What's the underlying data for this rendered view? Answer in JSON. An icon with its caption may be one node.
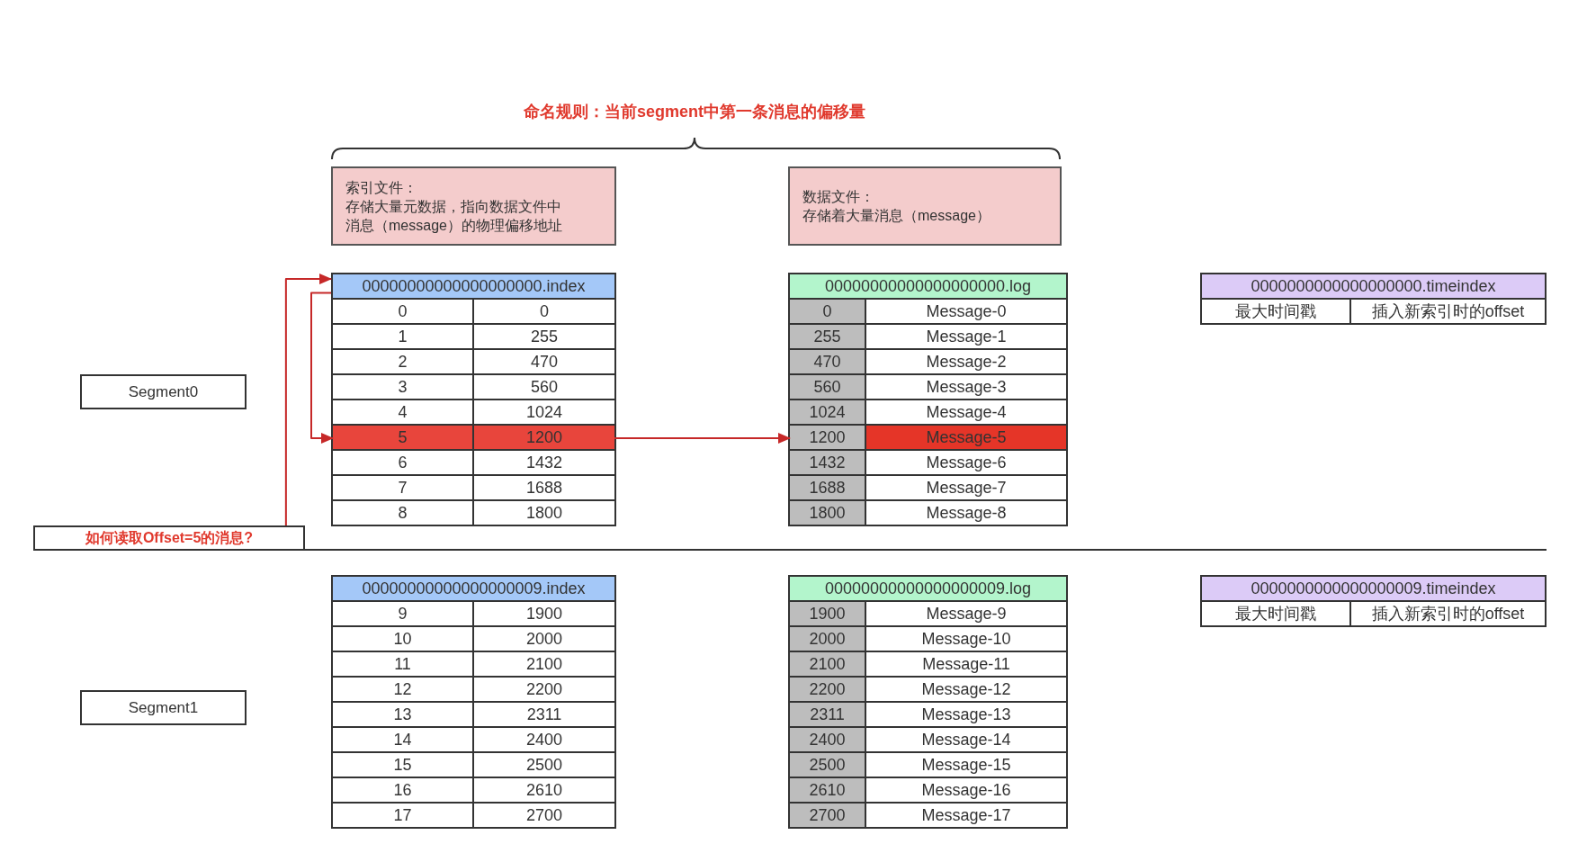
{
  "diagram": {
    "nodes": [
      {
        "text": [
          "索引文件：",
          "存储大量元数据，指向数据文件中消息（message）的物理偏移地址"
        ]
      },
      {
        "text": [
          "数据文件：",
          "存储着大量消息（message）"
        ]
      },
      {
        "text": [
          "Segment0"
        ]
      },
      {
        "text": [
          "00000000000000000000.index"
        ]
      },
      {
        "text": [
          "0",
          "0"
        ],
        "in": 3
      },
      {
        "text": [
          "1",
          "255"
        ],
        "in": 3
      },
      {
        "text": [
          "2",
          "470"
        ],
        "in": 3
      },
      {
        "text": [
          "3",
          "560"
        ],
        "in": 3
      },
      {
        "text": [
          "4",
          "1024"
        ],
        "in": 3
      },
      {
        "text": [
          "5",
          "1200"
        ],
        "in": 3
      },
      {
        "text": [
          "6",
          "1432"
        ],
        "in": 3
      },
      {
        "text": [
          "7",
          "1688"
        ],
        "in": 3
      },
      {
        "text": [
          "8",
          "1800"
        ],
        "in": 3
      },
      {
        "text": [
          "00000000000000000000.log"
        ]
      },
      {
        "text": [
          "0",
          "Message-0"
        ],
        "in": 13
      },
      {
        "text": [
          "255",
          "Message-1"
        ],
        "in": 13
      },
      {
        "text": [
          "470",
          "Message-2"
        ],
        "in": 13
      },
      {
        "text": [
          "560",
          "Message-3"
        ],
        "in": 13
      },
      {
        "text": [
          "1024",
          "Message-4"
        ],
        "in": 13
      },
      {
        "text": [
          "1200",
          "Message-5"
        ],
        "in": 13
      },
      {
        "text": [
          "1432",
          "Message-6"
        ],
        "in": 13
      },
      {
        "text": [
          "1688",
          "Message-7"
        ],
        "in": 13
      },
      {
        "text": [
          "1800",
          "Message-8"
        ],
        "in": 13
      },
      {
        "text": [
          "0000000000000000000.timeindex"
        ]
      },
      {
        "text": [
          "最大时间戳",
          "插入新索引时的offset"
        ],
        "in": 23
      },
      {
        "text": [
          "如何读取Offset=5的消息?"
        ]
      },
      {
        "text": [
          "Segment1"
        ]
      },
      {
        "text": [
          "00000000000000000009.index"
        ]
      },
      {
        "text": [
          "9",
          "1900"
        ],
        "in": 27
      },
      {
        "text": [
          "10",
          "2000"
        ],
        "in": 27
      },
      {
        "text": [
          "11",
          "2100"
        ],
        "in": 27
      },
      {
        "text": [
          "12",
          "2200"
        ],
        "in": 27
      },
      {
        "text": [
          "13",
          "2311"
        ],
        "in": 27
      },
      {
        "text": [
          "14",
          "2400"
        ],
        "in": 27
      },
      {
        "text": [
          "15",
          "2500"
        ],
        "in": 27
      },
      {
        "text": [
          "16",
          "2610"
        ],
        "in": 27
      },
      {
        "text": [
          "17",
          "2700"
        ],
        "in": 27
      },
      {
        "text": [
          "00000000000000000009.log"
        ]
      },
      {
        "text": [
          "1900",
          "Message-9"
        ],
        "in": 37
      },
      {
        "text": [
          "2000",
          "Message-10"
        ],
        "in": 37
      },
      {
        "text": [
          "2100",
          "Message-11"
        ],
        "in": 37
      },
      {
        "text": [
          "2200",
          "Message-12"
        ],
        "in": 37
      },
      {
        "text": [
          "2311",
          "Message-13"
        ],
        "in": 37
      },
      {
        "text": [
          "2400",
          "Message-14"
        ],
        "in": 37
      },
      {
        "text": [
          "2500",
          "Message-15"
        ],
        "in": 37
      },
      {
        "text": [
          "2610",
          "Message-16"
        ],
        "in": 37
      },
      {
        "text": [
          "2700",
          "Message-17"
        ],
        "in": 37
      },
      {
        "text": [
          "0000000000000000009.timeindex"
        ]
      },
      {
        "text": [
          "最大时间戳",
          "插入新索引时的offset"
        ],
        "in": 47
      }
    ],
    "edges": [
      {
        "from": 25,
        "to": 3,
        "arrow": "to"
      },
      {
        "from": 3,
        "to": 9,
        "arrow": "to"
      },
      {
        "from": 9,
        "to": 19,
        "arrow": "to"
      }
    ],
    "labels": [
      "命名规则：当前segment中第一条消息的偏移量"
    ]
  }
}
